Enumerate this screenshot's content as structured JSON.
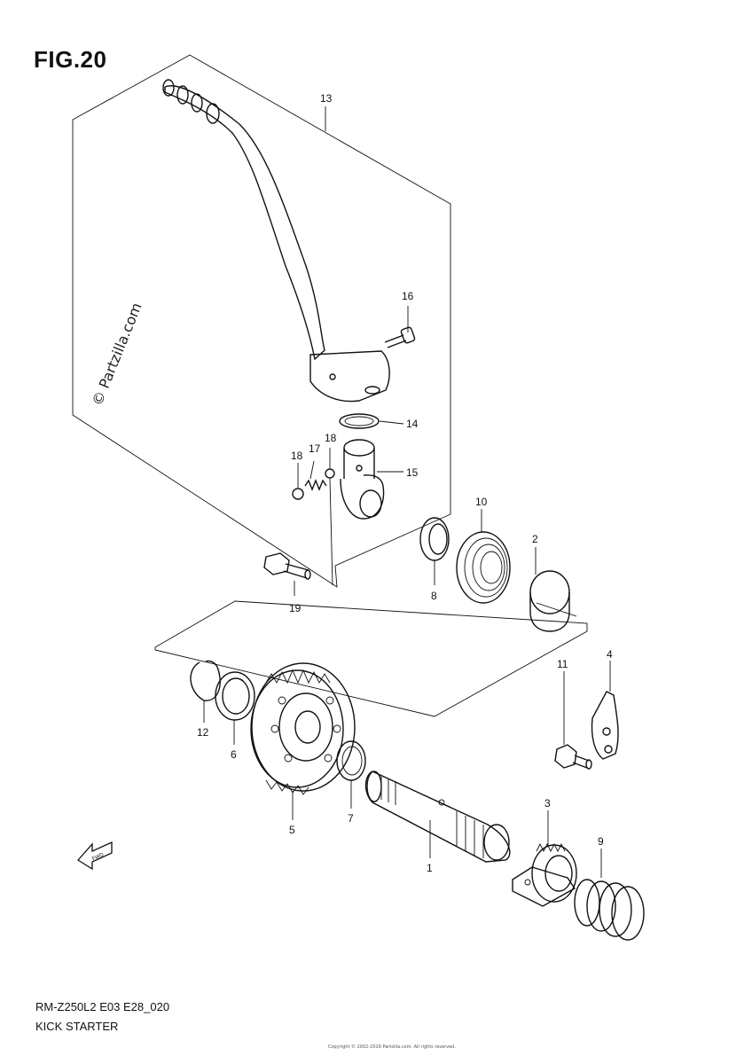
{
  "figure": {
    "title": "FIG.20",
    "watermark": "© Partzilla.com",
    "model_code": "RM-Z250L2  E03  E28_020",
    "section_name": "KICK STARTER",
    "copyright": "Copyright © 2002-2019 Partzilla.com. All rights reserved."
  },
  "parts": [
    {
      "ref": "1",
      "icon": "kick-starter-shaft-icon"
    },
    {
      "ref": "2",
      "icon": "guide-collar-icon"
    },
    {
      "ref": "3",
      "icon": "drive-gear-icon"
    },
    {
      "ref": "4",
      "icon": "stopper-plate-icon"
    },
    {
      "ref": "5",
      "icon": "driven-gear-icon"
    },
    {
      "ref": "6",
      "icon": "washer-icon"
    },
    {
      "ref": "7",
      "icon": "circlip-icon"
    },
    {
      "ref": "8",
      "icon": "oil-seal-icon"
    },
    {
      "ref": "9",
      "icon": "spring-icon"
    },
    {
      "ref": "10",
      "icon": "return-spring-icon"
    },
    {
      "ref": "11",
      "icon": "bolt-icon"
    },
    {
      "ref": "12",
      "icon": "circlip-icon"
    },
    {
      "ref": "13",
      "icon": "kick-lever-icon"
    },
    {
      "ref": "14",
      "icon": "o-ring-icon"
    },
    {
      "ref": "15",
      "icon": "boss-icon"
    },
    {
      "ref": "16",
      "icon": "bolt-icon"
    },
    {
      "ref": "17",
      "icon": "spring-icon"
    },
    {
      "ref": "18",
      "icon": "ball-icon"
    },
    {
      "ref": "18",
      "icon": "ball-icon"
    },
    {
      "ref": "19",
      "icon": "bolt-icon"
    }
  ],
  "fwd_label": "FWD"
}
